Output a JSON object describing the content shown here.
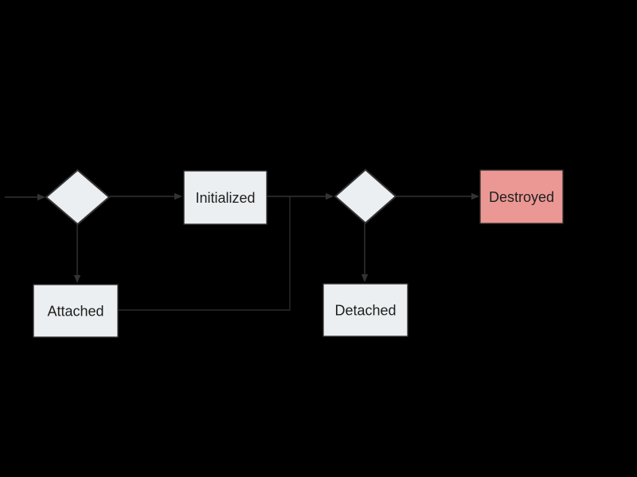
{
  "diagram": {
    "type": "flowchart-state-diagram",
    "colors": {
      "background": "#000000",
      "node_fill": "#ECEFF1",
      "node_border": "#333333",
      "destroyed_fill": "#EB9894",
      "edge": "#333333",
      "text": "#1F1F1F"
    },
    "nodes": {
      "decision1": {
        "shape": "diamond",
        "label": ""
      },
      "initialized": {
        "shape": "rect",
        "label": "Initialized"
      },
      "attached": {
        "shape": "rect",
        "label": "Attached"
      },
      "decision2": {
        "shape": "diamond",
        "label": ""
      },
      "detached": {
        "shape": "rect",
        "label": "Detached"
      },
      "destroyed": {
        "shape": "rect",
        "label": "Destroyed"
      }
    },
    "edges": [
      {
        "from": "start",
        "to": "decision1",
        "arrow": true
      },
      {
        "from": "decision1",
        "to": "initialized",
        "arrow": true
      },
      {
        "from": "decision1",
        "to": "attached",
        "arrow": true
      },
      {
        "from": "initialized",
        "to": "decision2",
        "arrow": true
      },
      {
        "from": "attached",
        "to": "decision2",
        "arrow": false,
        "route": "elbow joining the initialized-to-decision2 edge"
      },
      {
        "from": "decision2",
        "to": "detached",
        "arrow": true
      },
      {
        "from": "decision2",
        "to": "destroyed",
        "arrow": true
      }
    ]
  }
}
